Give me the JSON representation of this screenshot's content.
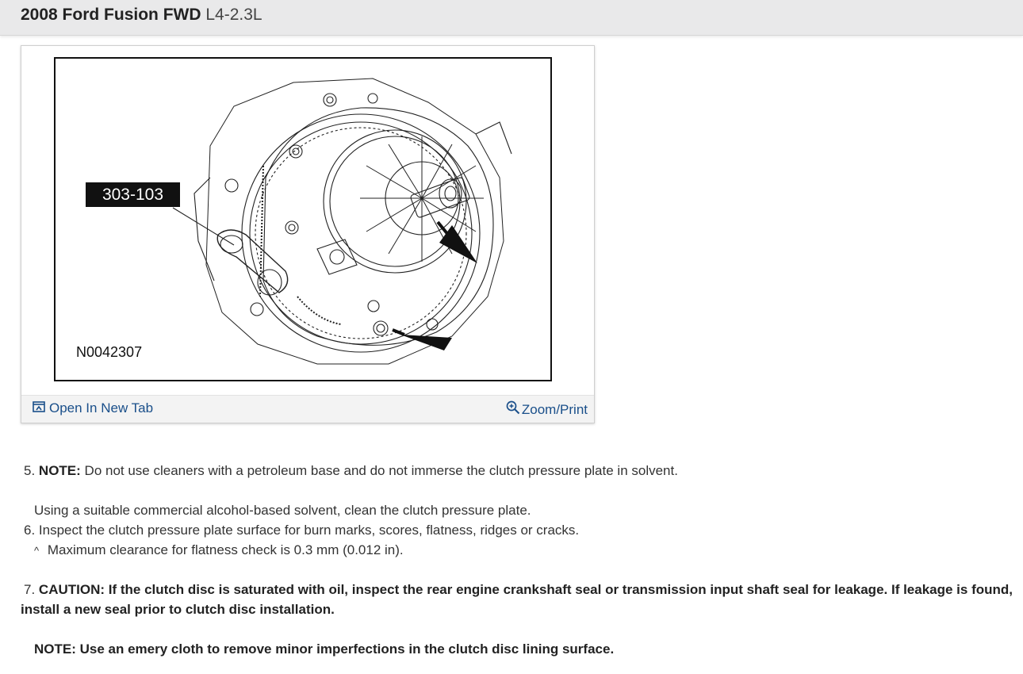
{
  "header": {
    "model": "2008 Ford Fusion FWD",
    "engine": "L4-2.3L"
  },
  "figure": {
    "tool_label": "303-103",
    "figure_id": "N0042307",
    "open_new_tab": "Open In New Tab",
    "zoom_print": "Zoom/Print"
  },
  "steps": {
    "s5": {
      "number": "5.",
      "note_label": "NOTE:",
      "note_text": "Do not use cleaners with a petroleum base and do not immerse the clutch pressure plate in solvent.",
      "body": "Using a suitable commercial alcohol-based solvent, clean the clutch pressure plate."
    },
    "s6": {
      "number": "6.",
      "text": "Inspect the clutch pressure plate surface for burn marks, scores, flatness, ridges or cracks.",
      "bullet": "^",
      "sub": "Maximum clearance for flatness check is 0.3 mm (0.012 in)."
    },
    "s7": {
      "number": "7.",
      "caution_line1": "CAUTION: If the clutch disc is saturated with oil, inspect the rear engine crankshaft seal or transmission input shaft seal for leakage. If leakage is found,",
      "caution_line2": "install a new seal prior to clutch disc installation.",
      "note": "NOTE: Use an emery cloth to remove minor imperfections in the clutch disc lining surface."
    }
  },
  "colors": {
    "link": "#1a4f8a",
    "header_bg": "#e9e9ea"
  }
}
